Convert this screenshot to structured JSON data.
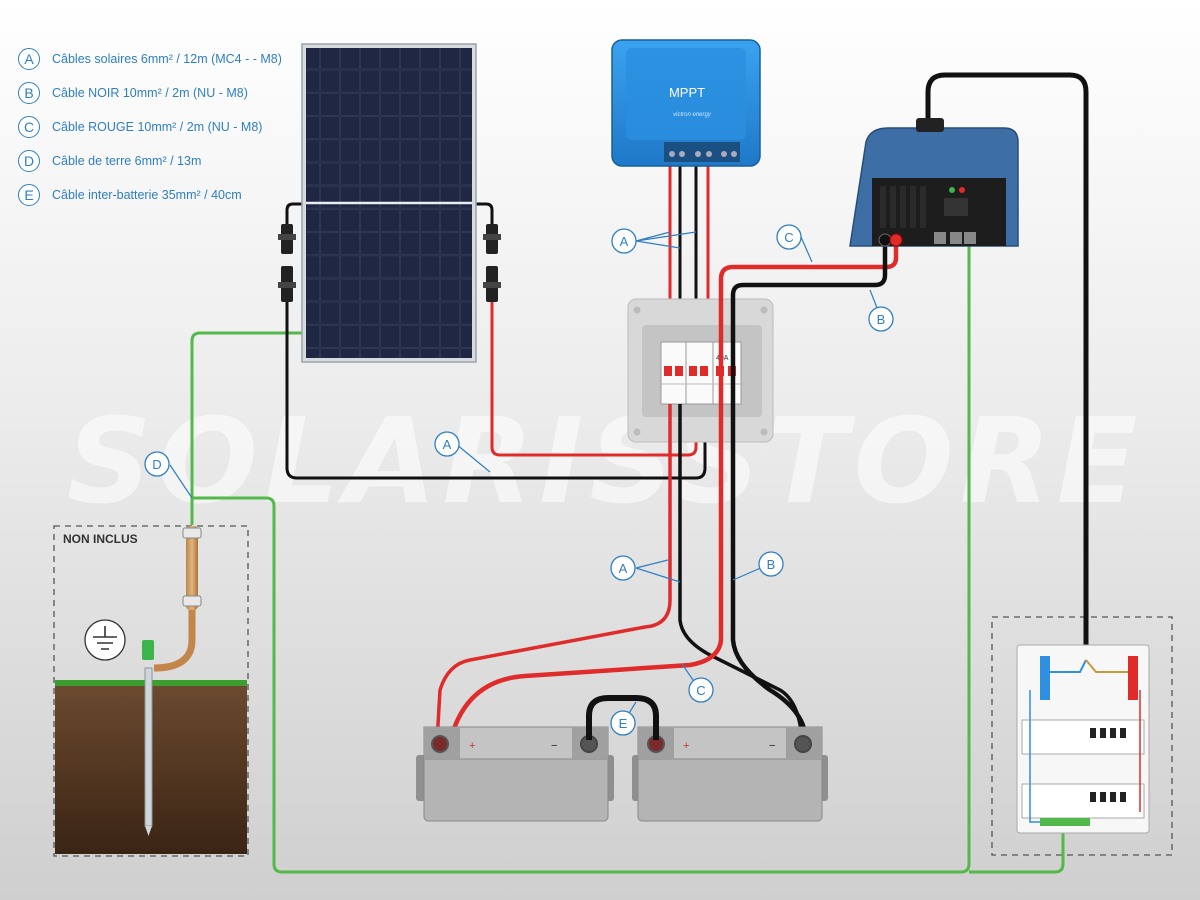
{
  "legend": [
    {
      "letter": "A",
      "text": "Câbles solaires 6mm² / 12m (MC4 - - M8)"
    },
    {
      "letter": "B",
      "text": "Câble NOIR 10mm² / 2m (NU - M8)"
    },
    {
      "letter": "C",
      "text": "Câble ROUGE 10mm² / 2m (NU - M8)"
    },
    {
      "letter": "D",
      "text": "Câble de terre 6mm² / 13m"
    },
    {
      "letter": "E",
      "text": "Câble inter-batterie 35mm² / 40cm"
    }
  ],
  "watermark": "SOLARISSTORE",
  "controller": {
    "label": "MPPT",
    "brand": "victron energy"
  },
  "breaker_box": {
    "rating": "40A"
  },
  "ground_box": {
    "label": "NON INCLUS"
  },
  "callouts": {
    "a1": "A",
    "a2": "A",
    "a3": "A",
    "b1": "B",
    "b2": "B",
    "c1": "C",
    "c2": "C",
    "d1": "D",
    "e1": "E"
  },
  "battery_minus": "−",
  "battery_plus": "+",
  "colors": {
    "red": "#e02b2b",
    "black": "#111111",
    "green": "#52b94a",
    "blue": "#2f8fe0",
    "accent": "#2f7fc1"
  }
}
